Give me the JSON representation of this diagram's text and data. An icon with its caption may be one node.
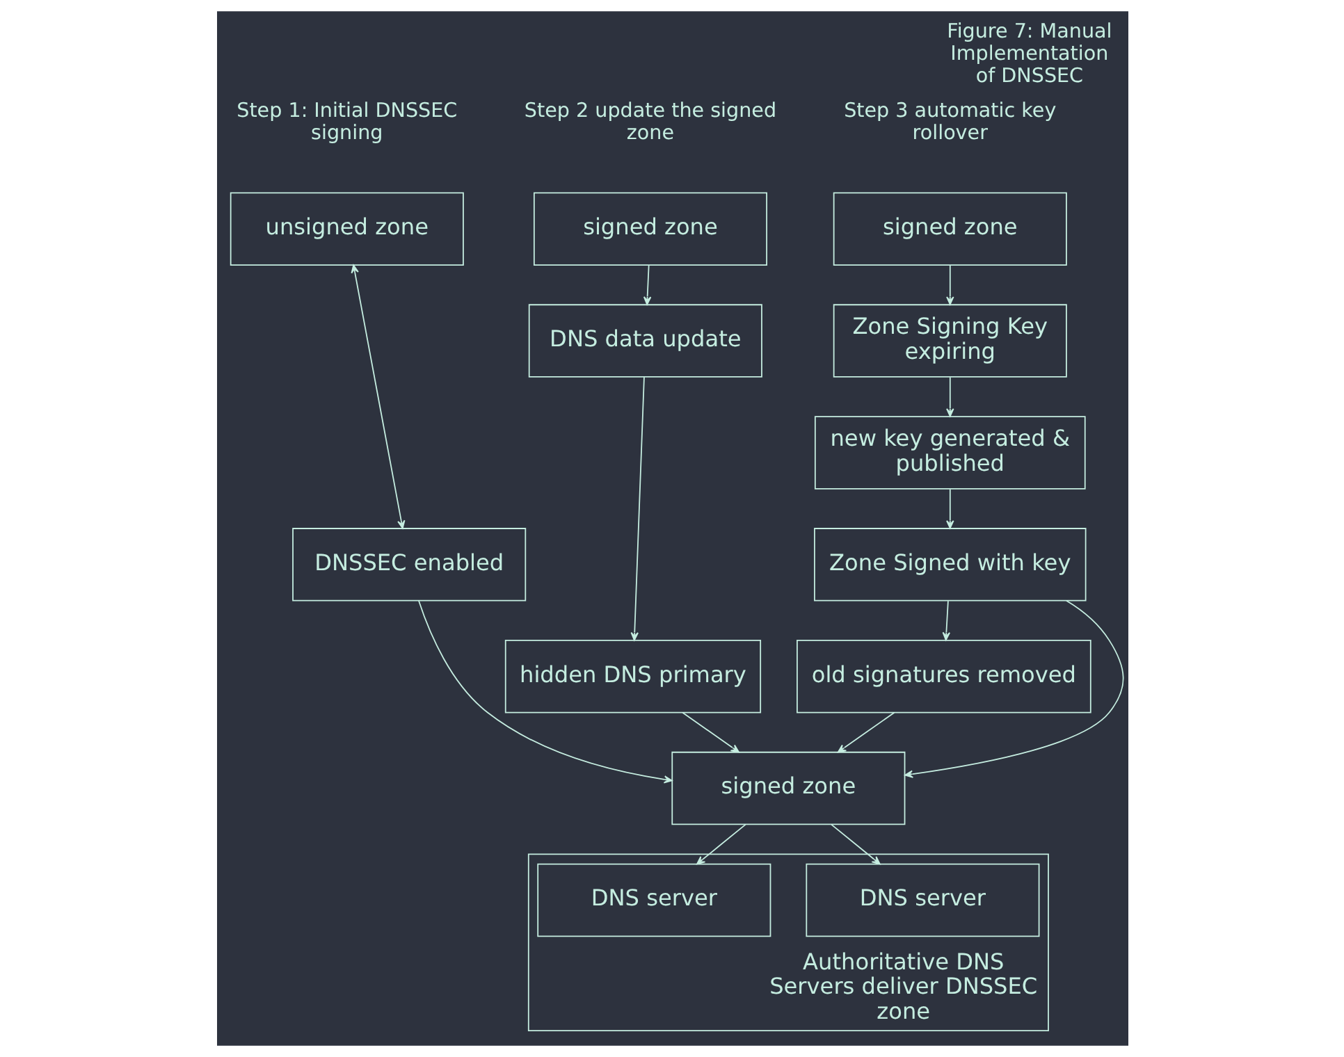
{
  "diagram": {
    "caption": "Figure 7: Manual Implementation of DNSSEC",
    "nodes": [
      {
        "text": [
          "unsigned zone"
        ]
      },
      {
        "text": [
          "DNSSEC enabled"
        ]
      },
      {
        "text": [
          "signed zone"
        ]
      },
      {
        "text": [
          "DNS data update"
        ]
      },
      {
        "text": [
          "hidden DNS primary"
        ]
      },
      {
        "text": [
          "signed zone"
        ]
      },
      {
        "text": [
          "Zone Signing Key expiring"
        ]
      },
      {
        "text": [
          "new key generated & published"
        ]
      },
      {
        "text": [
          "Zone Signed with key"
        ]
      },
      {
        "text": [
          "old signatures removed"
        ]
      },
      {
        "text": [
          "signed zone"
        ]
      },
      {
        "text": [
          "Authoritative DNS Servers deliver DNSSEC zone"
        ]
      },
      {
        "text": [
          "DNS server"
        ],
        "in": 11
      },
      {
        "text": [
          "DNS server"
        ],
        "in": 11
      }
    ],
    "edges": [
      {
        "from": 0,
        "to": 1,
        "arrow": "both"
      },
      {
        "from": 1,
        "to": 10,
        "arrow": "to"
      },
      {
        "from": 2,
        "to": 3,
        "arrow": "to"
      },
      {
        "from": 3,
        "to": 4,
        "arrow": "to"
      },
      {
        "from": 4,
        "to": 10,
        "arrow": "to"
      },
      {
        "from": 5,
        "to": 6,
        "arrow": "to"
      },
      {
        "from": 6,
        "to": 7,
        "arrow": "to"
      },
      {
        "from": 7,
        "to": 8,
        "arrow": "to"
      },
      {
        "from": 8,
        "to": 10,
        "arrow": "to"
      },
      {
        "from": 8,
        "to": 9,
        "arrow": "to"
      },
      {
        "from": 9,
        "to": 10,
        "arrow": "to"
      },
      {
        "from": 10,
        "to": 12,
        "arrow": "to"
      },
      {
        "from": 10,
        "to": 13,
        "arrow": "to"
      }
    ],
    "labels": [
      "Step 1: Initial DNSSEC signing",
      "Step 2 update the signed zone",
      "Step 3 automatic key rollover"
    ]
  }
}
